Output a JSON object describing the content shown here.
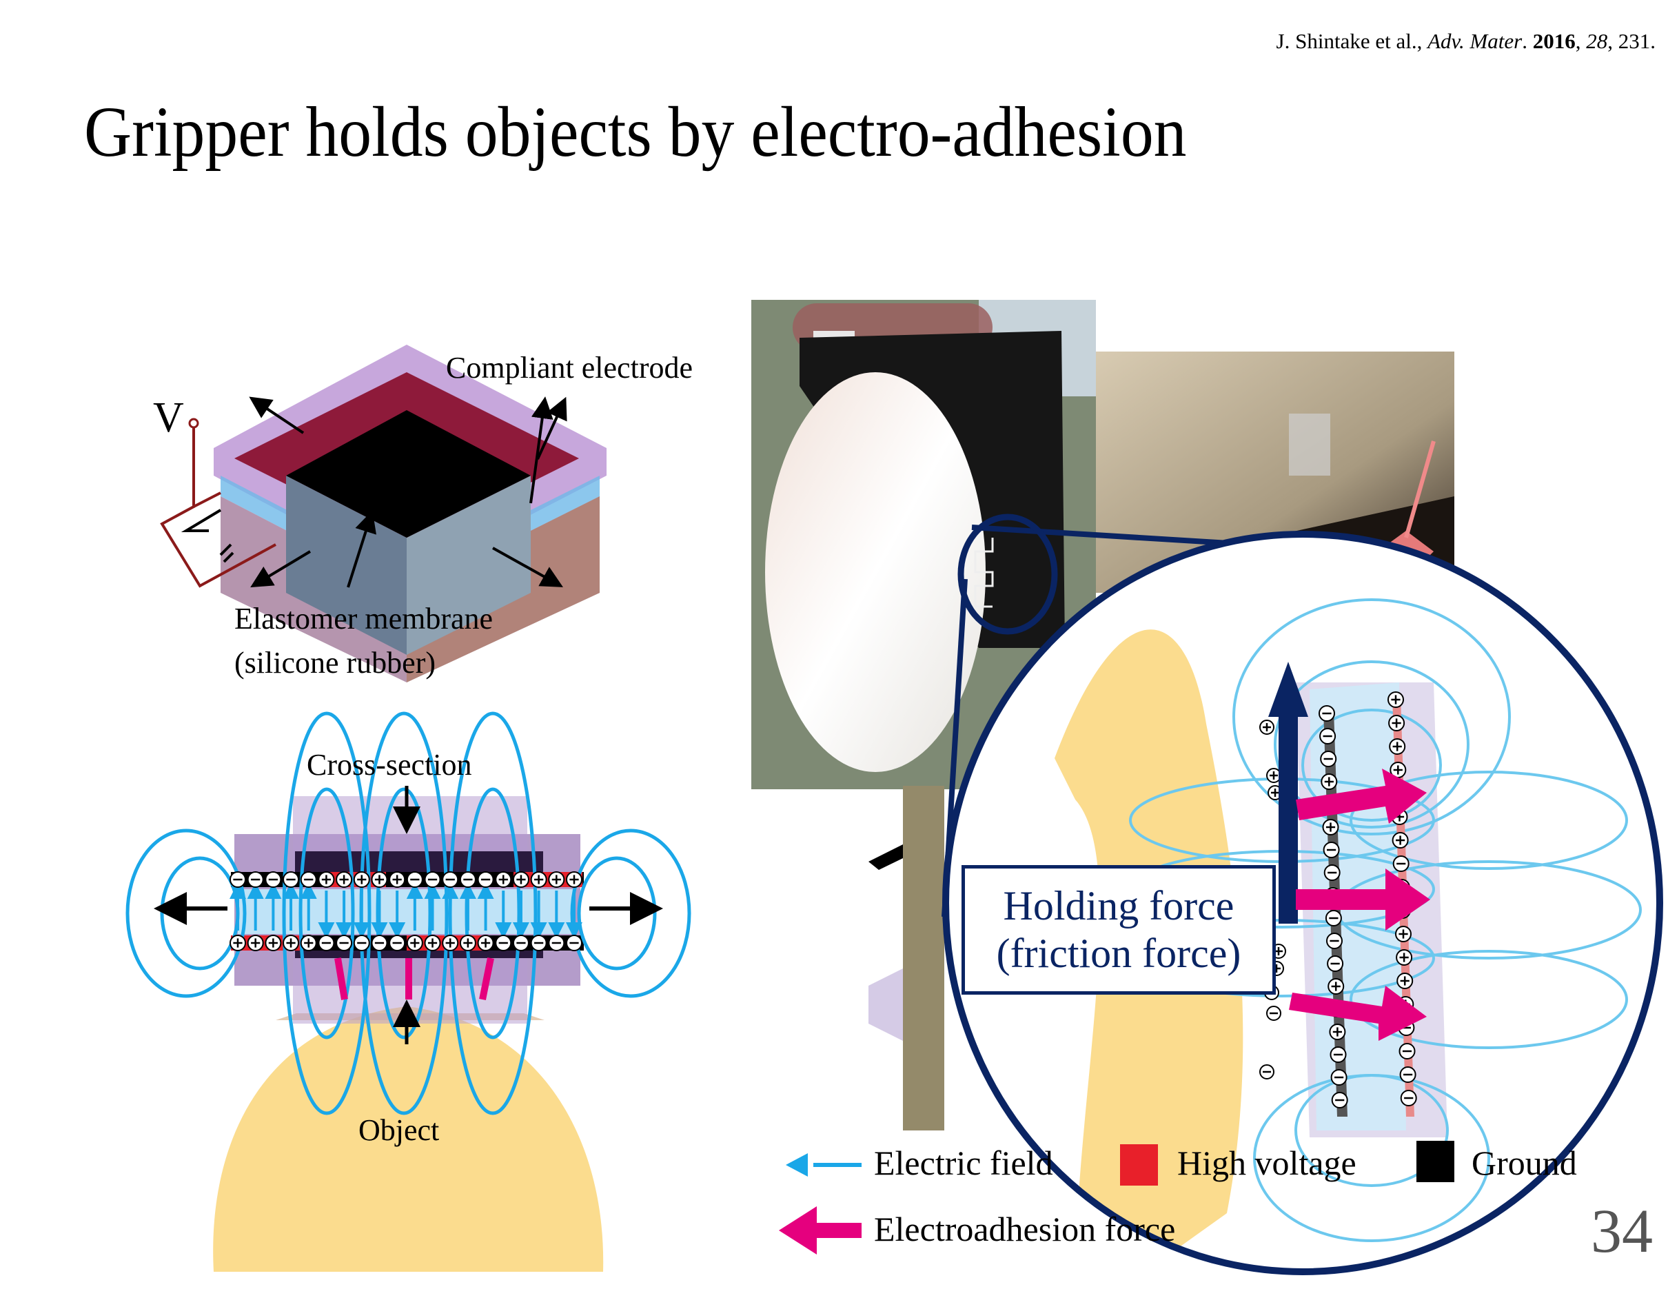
{
  "citation": {
    "authors": "J. Shintake et al., ",
    "journal": "Adv. Mater",
    "sep1": ". ",
    "year": "2016",
    "sep2": ", ",
    "volume": "28",
    "pages": ", 231."
  },
  "title": "Gripper holds objects by electro-adhesion",
  "diagram_top": {
    "voltage_label": "V",
    "electrode_label": "Compliant electrode",
    "membrane_label_line1": "Elastomer membrane",
    "membrane_label_line2": "(silicone rubber)"
  },
  "diagram_cross": {
    "section_label": "Cross-section",
    "object_label": "Object",
    "top_charges": "⊖⊖ ⊖ ⊖⊖⊕⊕ ⊕ ⊕⊕⊖⊖ ⊖ ⊖⊖⊕⊕ ⊕ ⊕⊕",
    "bottom_charges": "⊕⊕ ⊕ ⊕⊕⊖⊖ ⊖ ⊖⊖⊕⊕ ⊕ ⊕⊕⊖⊖ ⊖ ⊖⊖"
  },
  "photos": {
    "gripper_egg": "gripper-holding-egg-photo",
    "electrode_clip": "electrode-clip-photo"
  },
  "magnified": {
    "holding_line1": "Holding force",
    "holding_line2": "(friction force)"
  },
  "legend": {
    "electric_field": "Electric field",
    "high_voltage": "High voltage",
    "ground": "Ground",
    "electroadhesion_force": "Electroadhesion force"
  },
  "colors": {
    "field": "#1aa7e8",
    "high_voltage": "#e8202a",
    "ground": "#000000",
    "force": "#e5007e",
    "navy": "#0a2463",
    "object": "#fbdc8e",
    "membrane": "#9b7bb8"
  },
  "page_number": "34"
}
